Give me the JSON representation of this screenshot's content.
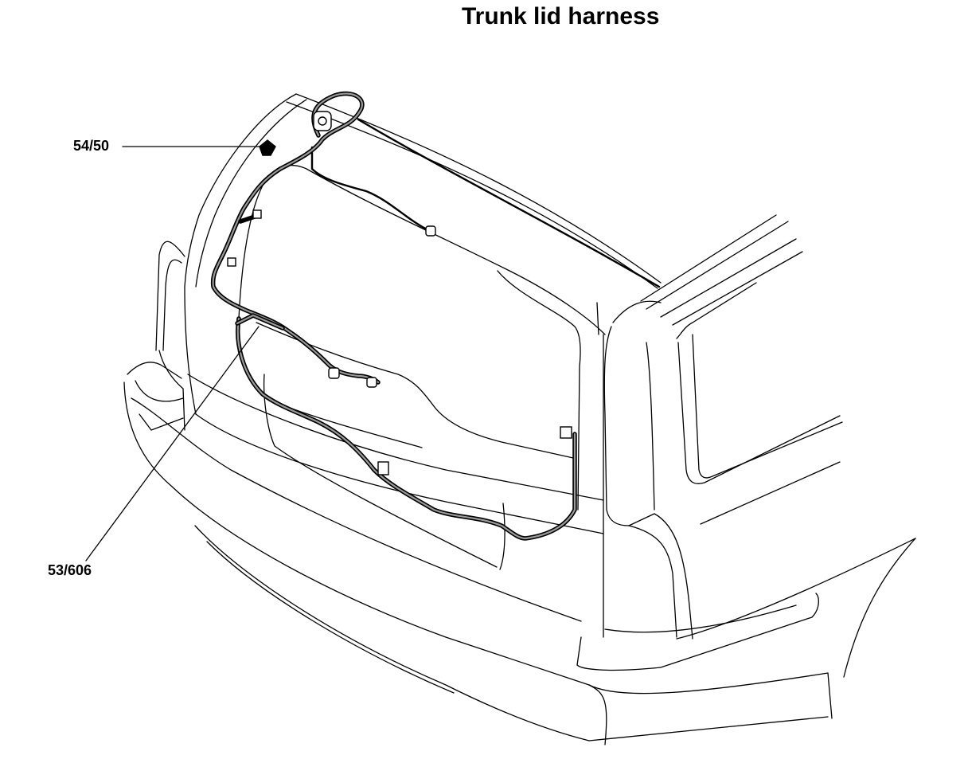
{
  "title": "Trunk lid harness",
  "callouts": [
    {
      "label": "54/50"
    },
    {
      "label": "53/606"
    }
  ],
  "colors": {
    "line": "#000000",
    "harness_core": "#9a9a9a",
    "background": "#ffffff"
  }
}
